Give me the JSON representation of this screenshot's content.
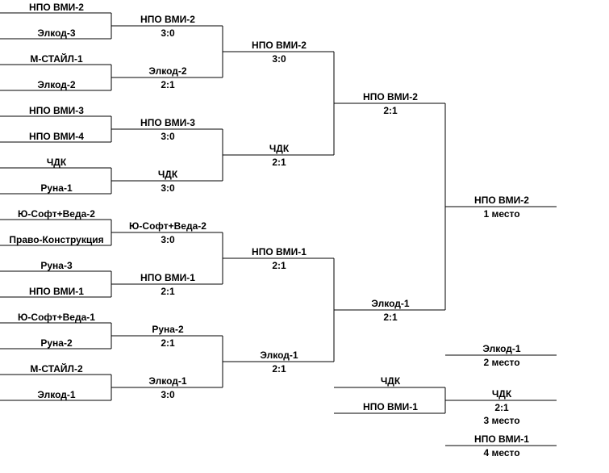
{
  "round1": [
    {
      "team_a": "НПО ВМИ-2",
      "team_b": "Элкод-3",
      "winner": "НПО ВМИ-2",
      "score": "3:0"
    },
    {
      "team_a": "М-СТАЙЛ-1",
      "team_b": "Элкод-2",
      "winner": "Элкод-2",
      "score": "2:1"
    },
    {
      "team_a": "НПО ВМИ-3",
      "team_b": "НПО ВМИ-4",
      "winner": "НПО ВМИ-3",
      "score": "3:0"
    },
    {
      "team_a": "ЧДК",
      "team_b": "Руна-1",
      "winner": "ЧДК",
      "score": "3:0"
    },
    {
      "team_a": "Ю-Софт+Веда-2",
      "team_b": "Право-Конструкция",
      "winner": "Ю-Софт+Веда-2",
      "score": "3:0"
    },
    {
      "team_a": "Руна-3",
      "team_b": "НПО ВМИ-1",
      "winner": "НПО ВМИ-1",
      "score": "2:1"
    },
    {
      "team_a": "Ю-Софт+Веда-1",
      "team_b": "Руна-2",
      "winner": "Руна-2",
      "score": "2:1"
    },
    {
      "team_a": "М-СТАЙЛ-2",
      "team_b": "Элкод-1",
      "winner": "Элкод-1",
      "score": "3:0"
    }
  ],
  "round2": [
    {
      "winner": "НПО ВМИ-2",
      "score": "3:0"
    },
    {
      "winner": "ЧДК",
      "score": "2:1"
    },
    {
      "winner": "НПО ВМИ-1",
      "score": "2:1"
    },
    {
      "winner": "Элкод-1",
      "score": "2:1"
    }
  ],
  "round3": [
    {
      "winner": "НПО ВМИ-2",
      "score": "2:1"
    },
    {
      "winner": "Элкод-1",
      "score": "2:1"
    }
  ],
  "final": {
    "winner": "НПО ВМИ-2",
    "place": "1 место"
  },
  "second_place": {
    "team": "Элкод-1",
    "place": "2 место"
  },
  "third_place_match": {
    "team_a": "ЧДК",
    "team_b": "НПО ВМИ-1",
    "winner": "ЧДК",
    "score": "2:1",
    "place": "3 место"
  },
  "fourth_place": {
    "team": "НПО ВМИ-1",
    "place": "4 место"
  }
}
